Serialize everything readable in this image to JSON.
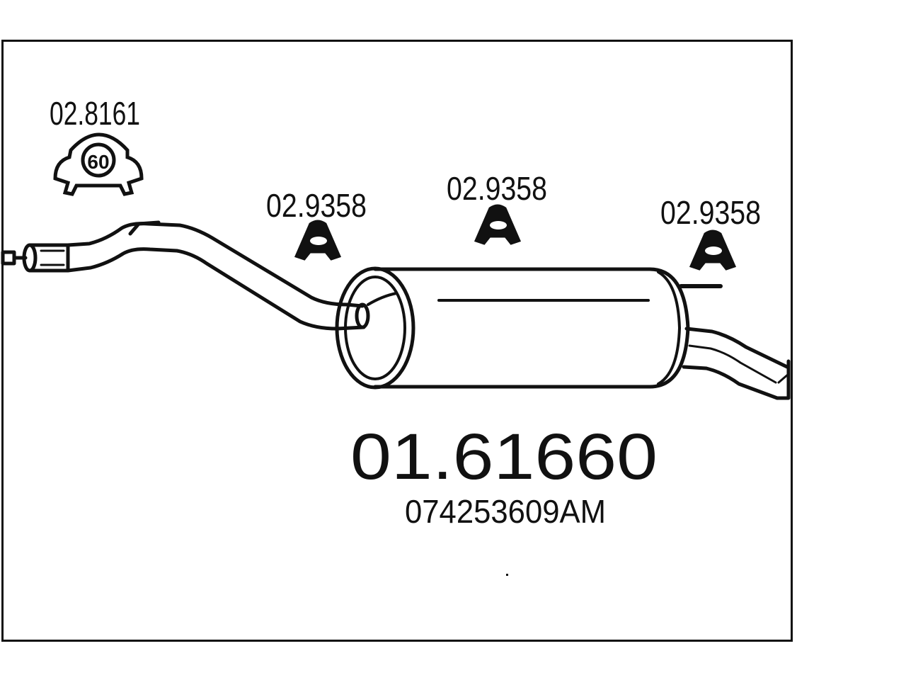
{
  "parts": {
    "clamp": {
      "part_number": "02.8161",
      "size": "60"
    },
    "hanger_1": {
      "part_number": "02.9358"
    },
    "hanger_2": {
      "part_number": "02.9358"
    },
    "hanger_3": {
      "part_number": "02.9358"
    }
  },
  "main_part": {
    "part_number": "01.61660",
    "oe_number": "074253609AM"
  },
  "colors": {
    "line": "#111111",
    "background": "#ffffff"
  }
}
